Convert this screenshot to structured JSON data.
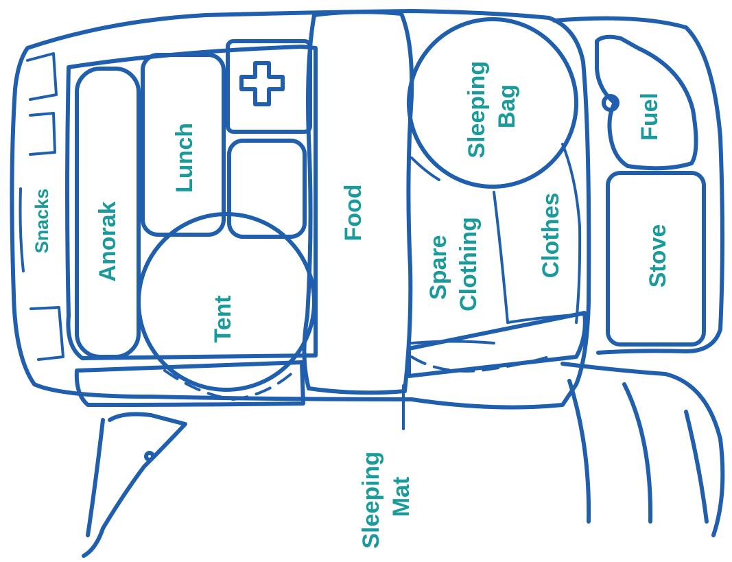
{
  "diagram": {
    "ink_color": "#1f5fae",
    "label_color": "#1a9a9a",
    "labels": {
      "snacks": "Snacks",
      "anorak": "Anorak",
      "lunch": "Lunch",
      "tent": "Tent",
      "food": "Food",
      "sleeping_bag": [
        "Sleeping",
        "Bag"
      ],
      "spare_clothing": [
        "Spare",
        "Clothing"
      ],
      "clothes": "Clothes",
      "fuel": "Fuel",
      "stove": "Stove",
      "sleeping_mat": [
        "Sleeping",
        "Mat"
      ]
    }
  }
}
